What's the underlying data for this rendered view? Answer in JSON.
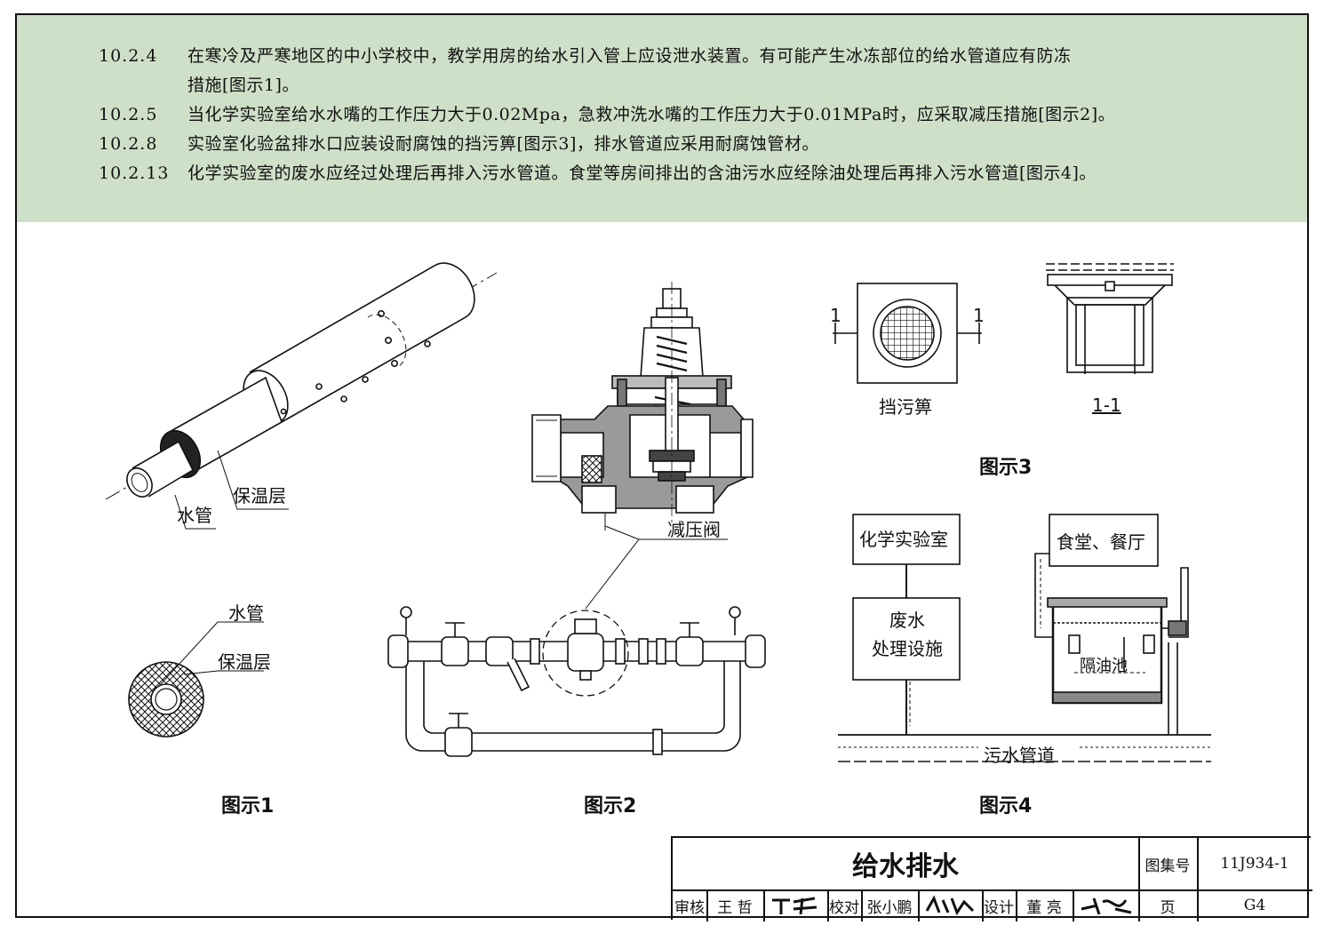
{
  "notes": [
    {
      "num": "10.2.4",
      "lines": [
        "在寒冷及严寒地区的中小学校中，教学用房的给水引入管上应设泄水装置。有可能产生冰冻部位的给水管道应有防冻",
        "措施[图示1]。"
      ]
    },
    {
      "num": "10.2.5",
      "lines": [
        "当化学实验室给水水嘴的工作压力大于0.02Mpa，急救冲洗水嘴的工作压力大于0.01MPa时，应采取减压措施[图示2]。"
      ]
    },
    {
      "num": "10.2.8",
      "lines": [
        "实验室化验盆排水口应装设耐腐蚀的挡污箅[图示3]，排水管道应采用耐腐蚀管材。"
      ]
    },
    {
      "num": "10.2.13",
      "lines": [
        "化学实验室的废水应经过处理后再排入污水管道。食堂等房间排出的含油污水应经除油处理后再排入污水管道[图示4]。"
      ]
    }
  ],
  "fig1": {
    "label_insulation": "保温层",
    "label_pipe": "水管",
    "caption": "图示1"
  },
  "fig2": {
    "label_valve": "减压阀",
    "caption": "图示2"
  },
  "fig3": {
    "section_mark": "1",
    "label_grate": "挡污箅",
    "section_title": "1-1",
    "caption": "图示3"
  },
  "fig4": {
    "box_lab": "化学实验室",
    "box_treatment_1": "废水",
    "box_treatment_2": "处理设施",
    "box_canteen": "食堂、餐厅",
    "label_grease_trap": "隔油池",
    "label_sewer": "污水管道",
    "caption": "图示4"
  },
  "titleblock": {
    "title": "给水排水",
    "atlas_label": "图集号",
    "atlas_no": "11J934-1",
    "page_label": "页",
    "page_no": "G4",
    "review_label": "审核",
    "review_name": "王 哲",
    "check_label": "校对",
    "check_name": "张小鹏",
    "design_label": "设计",
    "design_name": "董 亮"
  },
  "colors": {
    "header_bg": "#cfe0c8",
    "ink": "#111111",
    "page_bg": "#ffffff"
  }
}
